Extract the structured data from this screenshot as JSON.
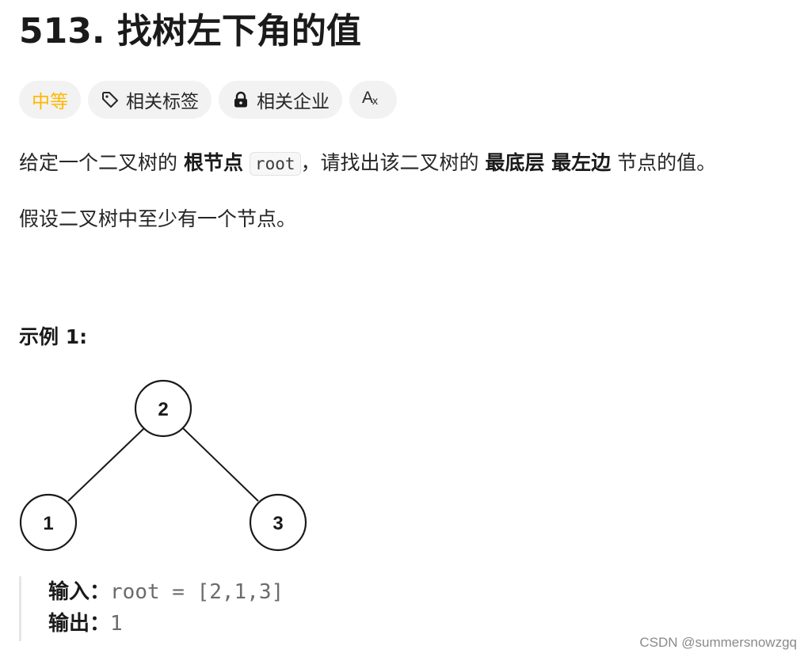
{
  "problem": {
    "title": "513. 找树左下角的值"
  },
  "tags": {
    "difficulty": "中等",
    "related_tags": "相关标签",
    "related_companies": "相关企业",
    "translate_icon_text": "A文"
  },
  "description": {
    "p1_part1": "给定一个二叉树的 ",
    "p1_bold1": "根节点",
    "p1_code": "root",
    "p1_part2": "，请找出该二叉树的 ",
    "p1_bold2": "最底层 最左边",
    "p1_part3": " 节点的值。",
    "p2": "假设二叉树中至少有一个节点。"
  },
  "example": {
    "title": "示例 1:",
    "tree_nodes": [
      "2",
      "1",
      "3"
    ],
    "input_label": "输入：",
    "input_value": "root = [2,1,3]",
    "output_label": "输出：",
    "output_value": "1"
  },
  "watermark": "CSDN @summersnowzgq",
  "icons": {
    "tag": "tag-icon",
    "lock": "lock-icon",
    "translate": "translate-icon"
  },
  "colors": {
    "difficulty_medium": "#ffb800",
    "tag_background": "#f2f2f2"
  }
}
